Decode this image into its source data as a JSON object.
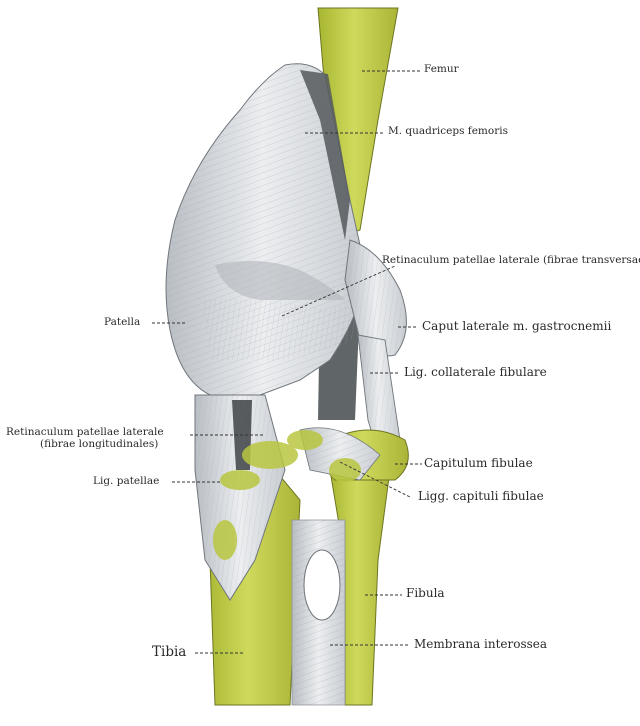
{
  "labels": {
    "femur": "Femur",
    "quadriceps": "M. quadriceps femoris",
    "ret_transversae": "Retinaculum patellae laterale (fibrae transversae)",
    "patella": "Patella",
    "caput_gastrocnemii": "Caput laterale m. gastrocnemii",
    "lig_collaterale": "Lig. collaterale fibulare",
    "ret_longitudinales_1": "Retinaculum patellae laterale",
    "ret_longitudinales_2": "(fibrae longitudinales)",
    "capitulum": "Capitulum fibulae",
    "lig_patellae": "Lig. patellae",
    "ligg_capituli": "Ligg. capituli fibulae",
    "fibula": "Fibula",
    "tibia": "Tibia",
    "membrana": "Membrana interossea"
  },
  "colors": {
    "bone": "#c8d455",
    "bone_dark": "#9aa82a",
    "tendon": "#e3e6ea",
    "tendon_shade": "#a9afb6",
    "shadow": "#5f6468",
    "leader": "#333333"
  }
}
